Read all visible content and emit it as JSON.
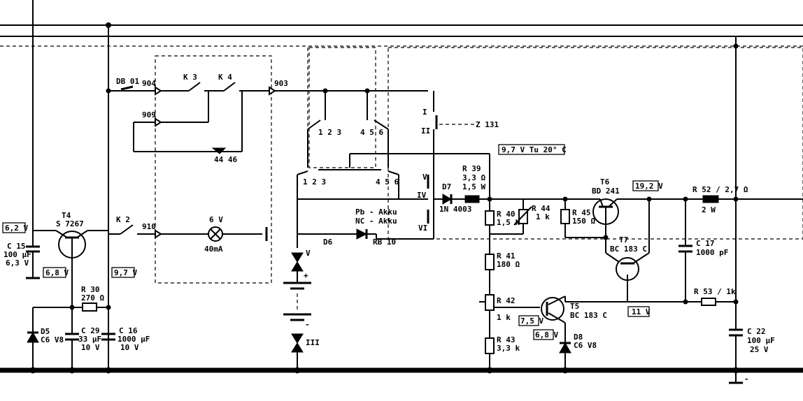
{
  "components": {
    "T4": {
      "ref": "T4",
      "type": "S 7267"
    },
    "C15": {
      "ref": "C 15",
      "value": "100 µF",
      "voltage": "6,3 V"
    },
    "D5": {
      "ref": "D5",
      "type": "C6 V8"
    },
    "C29": {
      "ref": "C 29",
      "value": "33 µF",
      "voltage": "10 V"
    },
    "C16": {
      "ref": "C 16",
      "value": "1000 µF",
      "voltage": "10 V"
    },
    "R30": {
      "ref": "R 30",
      "value": "270 Ω"
    },
    "K2": {
      "ref": "K 2"
    },
    "K3": {
      "ref": "K 3"
    },
    "K4": {
      "ref": "K 4"
    },
    "DB01": {
      "ref": "DB 01"
    },
    "lamp": {
      "voltage": "6 V",
      "current": "40mA"
    },
    "connectors": {
      "c904": "904",
      "c909": "909",
      "c903": "903",
      "c910": "910",
      "c4446": "44 46"
    },
    "switch": {
      "group_a": "1 2 3",
      "group_b": "4 5 6",
      "pos_I": "I",
      "pos_II": "II",
      "pos_IV": "IV",
      "pos_V": "V",
      "pos_VI": "VI"
    },
    "Z131": {
      "ref": "Z 131"
    },
    "D7": {
      "ref": "D7",
      "type": "1N 4003"
    },
    "R39": {
      "ref": "R 39",
      "value": "3,3 Ω",
      "power": "1,5 W"
    },
    "D6": {
      "ref": "D6",
      "type": "RB 10"
    },
    "battery": {
      "pb": "Pb - Akku",
      "nc": "NC - Akku",
      "plus": "+",
      "minus": "-",
      "pos_V": "V",
      "pos_III": "III"
    },
    "R40": {
      "ref": "R 40",
      "value": "1,5 k"
    },
    "R44": {
      "ref": "R 44",
      "value": "1 k"
    },
    "R41": {
      "ref": "R 41",
      "value": "180 Ω"
    },
    "R42": {
      "ref": "R 42",
      "value": "1 k"
    },
    "R43": {
      "ref": "R 43",
      "value": "3,3 k"
    },
    "R45": {
      "ref": "R 45",
      "value": "150 Ω"
    },
    "T6": {
      "ref": "T6",
      "type": "BD 241"
    },
    "T7": {
      "ref": "T7",
      "type": "BC 183 C"
    },
    "T5": {
      "ref": "T5",
      "type": "BC 183 C"
    },
    "D8": {
      "ref": "D8",
      "type": "C6 V8"
    },
    "R52": {
      "ref": "R 52 / 2,7 Ω",
      "power": "2 W"
    },
    "C17": {
      "ref": "C 17",
      "value": "1000 pF"
    },
    "R53": {
      "ref": "R 53 / 1k"
    },
    "C22": {
      "ref": "C 22",
      "value": "100 µF",
      "voltage": "25 V"
    }
  },
  "voltages": {
    "v1": "6,2 V",
    "v2": "6,8 V",
    "v3": "9,7 V",
    "v4": "9,7 V   Tu 20° C",
    "v5": "19,2 V",
    "v6": "11 V",
    "v7": "7,5 V",
    "v8": "6,8 V"
  },
  "ground_symbol": "-"
}
